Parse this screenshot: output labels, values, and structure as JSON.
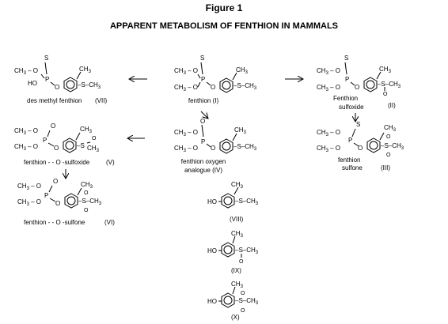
{
  "figure_label": "Figure 1",
  "title": "APPARENT METABOLISM OF FENTHION IN MAMMALS",
  "atoms": {
    "ch3": "CH",
    "three": "3",
    "o": "O",
    "s": "S",
    "p": "P",
    "ho": "HO",
    "dash_o": "– O",
    "dash_s": "–S–CH",
    "s_only": "–S"
  },
  "compounds": [
    {
      "id": "I",
      "caption_line1": "fenthion (I)",
      "caption_line2": ""
    },
    {
      "id": "II",
      "caption_line1": "Fenthion",
      "caption_line2": "sulfoxide",
      "number": "(II)"
    },
    {
      "id": "III",
      "caption_line1": "fenthion",
      "caption_line2": "sulfone",
      "number": "(III)"
    },
    {
      "id": "IV",
      "caption_line1": "fenthion oxygen",
      "caption_line2": "analogue (IV)"
    },
    {
      "id": "V",
      "caption_line1": "fenthion - - O -sulfoxide",
      "number": "(V)"
    },
    {
      "id": "VI",
      "caption_line1": "fenthion - - O -sulfone",
      "number": "(VI)"
    },
    {
      "id": "VII",
      "caption_line1": "des methyl fenthion",
      "number": "(VII)"
    },
    {
      "id": "VIII",
      "caption_line1": "(VIII)"
    },
    {
      "id": "IX",
      "caption_line1": "(IX)"
    },
    {
      "id": "X",
      "caption_line1": "(X)"
    }
  ]
}
